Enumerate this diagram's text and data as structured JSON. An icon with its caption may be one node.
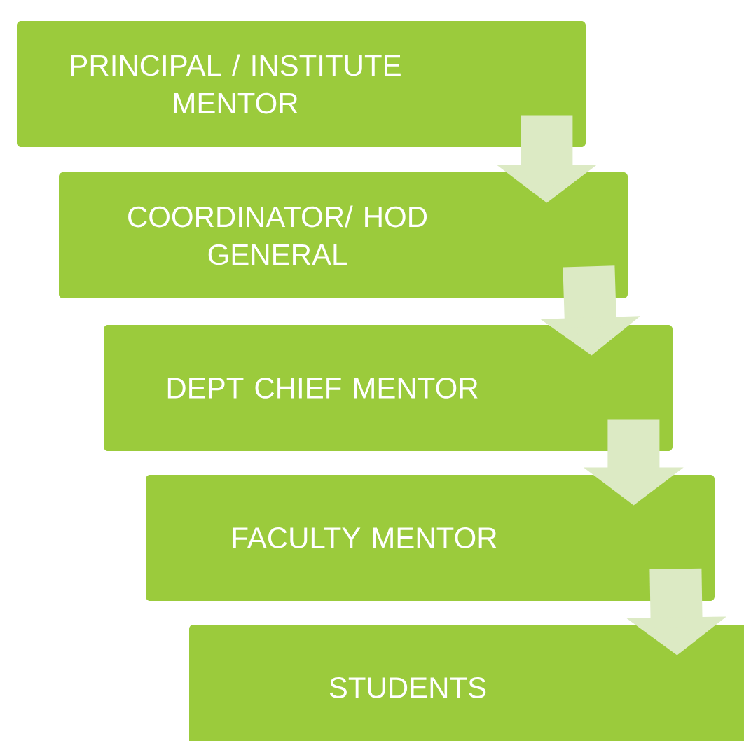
{
  "diagram": {
    "nodes": [
      {
        "text": [
          "PRINCIPAL / INSTITUTE MENTOR"
        ]
      },
      {
        "text": [
          "COORDINATOR/ HOD GENERAL"
        ]
      },
      {
        "text": [
          "DEPT CHIEF MENTOR"
        ]
      },
      {
        "text": [
          "FACULTY MENTOR"
        ]
      },
      {
        "text": [
          "STUDENTS"
        ]
      }
    ],
    "edges": [
      {
        "from": 0,
        "to": 1,
        "arrow": "to"
      },
      {
        "from": 1,
        "to": 2,
        "arrow": "to"
      },
      {
        "from": 2,
        "to": 3,
        "arrow": "to"
      },
      {
        "from": 3,
        "to": 4,
        "arrow": "to"
      }
    ]
  }
}
